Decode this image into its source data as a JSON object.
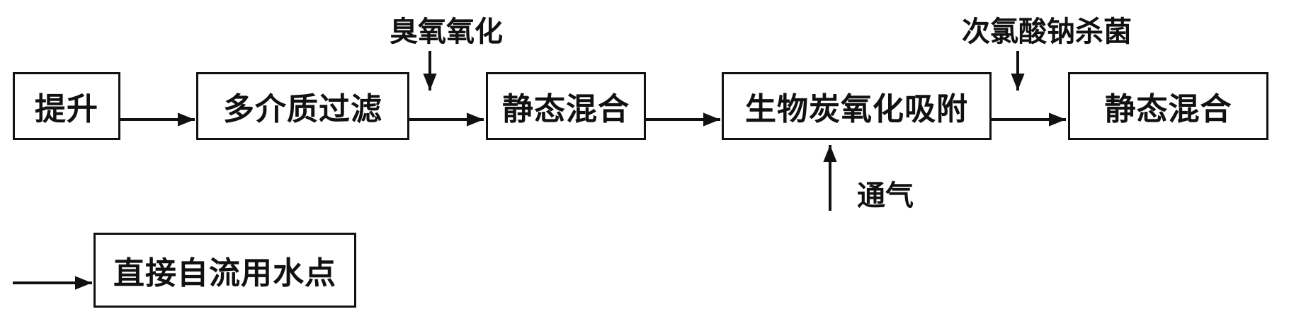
{
  "nodes": {
    "lift": "提升",
    "multimedia_filter": "多介质过滤",
    "static_mix_1": "静态混合",
    "bio_carbon": "生物炭氧化吸附",
    "static_mix_2": "静态混合",
    "direct_flow": "直接自流用水点"
  },
  "inputs": {
    "ozone": "臭氧氧化",
    "hypochlorite": "次氯酸钠杀菌",
    "aeration": "通气"
  },
  "colors": {
    "line": "#111111",
    "background": "#ffffff"
  }
}
